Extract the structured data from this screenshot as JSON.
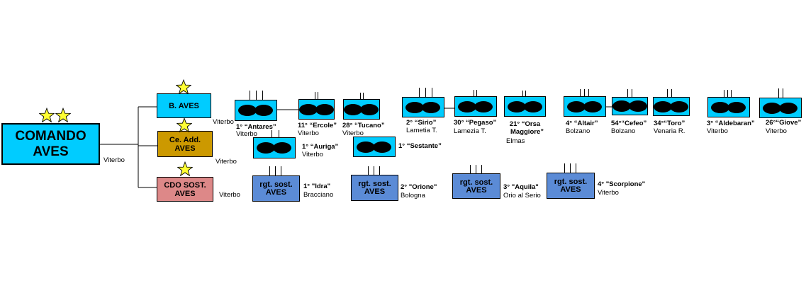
{
  "colors": {
    "command": "#00ccff",
    "brigade": "#00ccff",
    "support": "#cc9900",
    "training": "#dd8888",
    "regiment": "#00ccff",
    "training_regiment": "#5b8bd6",
    "star": "#ffff33"
  },
  "icons": {
    "star": "star-icon",
    "helicopter": "helicopter-pair-icon"
  },
  "command": {
    "line1": "COMANDO",
    "line2": "AVES",
    "location": "Viterbo"
  },
  "brigade": {
    "label": "B. AVES",
    "location": "Viterbo"
  },
  "support": {
    "line1": "Ce. Add.",
    "line2": "AVES",
    "location": "Viterbo"
  },
  "training_cmd": {
    "line1": "CDO SOST.",
    "line2": "AVES",
    "location": "Viterbo"
  },
  "regiments": [
    {
      "name": "1° “Antares”",
      "city": "Viterbo"
    },
    {
      "name": "11° “Ercole”",
      "city": "Viterbo"
    },
    {
      "name": "28° “Tucano”",
      "city": "Viterbo"
    },
    {
      "name": "2° “Sirio”",
      "city": "Lametia T."
    },
    {
      "name": "30° “Pegaso”",
      "city": "Lamezia T."
    },
    {
      "name_line1": "21° “Orsa",
      "name_line2": "Maggiore”",
      "city": "Elmas"
    },
    {
      "name": "4° “Altair”",
      "city": "Bolzano"
    },
    {
      "name": "54°“Cefeo”",
      "city": "Bolzano"
    },
    {
      "name": "34°“Toro”",
      "city": "Venaria R."
    },
    {
      "name": "3° “Aldebaran”",
      "city": "Viterbo"
    },
    {
      "name": "26°“Giove”",
      "city": "Viterbo"
    }
  ],
  "support_units": [
    {
      "name": "1° “Auriga”",
      "city": "Viterbo"
    },
    {
      "name": "1° “Sestante”"
    }
  ],
  "training_regiments": [
    {
      "line1": "rgt. sost.",
      "line2": "AVES",
      "name": "1° \"Idra\"",
      "city": "Bracciano"
    },
    {
      "line1": "rgt. sost.",
      "line2": "AVES",
      "name": "2°  \"Orione\"",
      "city": "Bologna"
    },
    {
      "line1": "rgt. sost.",
      "line2": "AVES",
      "name": "3°  \"Aquila\"",
      "city": "Orio al Serio"
    },
    {
      "line1": "rgt. sost.",
      "line2": "AVES",
      "name": "4° \"Scorpione\"",
      "city": "Viterbo"
    }
  ]
}
